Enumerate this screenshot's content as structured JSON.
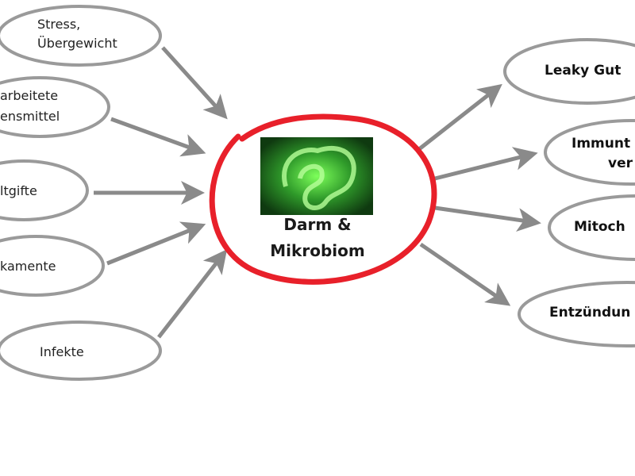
{
  "colors": {
    "ring": "#e8202a",
    "arrow": "#8a8a8a",
    "ellipse": "#9a9a9a",
    "gut_image": "#2f9a2a"
  },
  "center": {
    "line1": "Darm &",
    "line2": "Mikrobiom",
    "image": "green-intestine-image"
  },
  "causes": [
    {
      "line1": "Stress,",
      "line2": "Übergewicht"
    },
    {
      "line1": "arbeitete",
      "line2": "ensmittel"
    },
    {
      "line1": "ltgifte"
    },
    {
      "line1": "kamente"
    },
    {
      "line1": "Infekte"
    }
  ],
  "effects": [
    {
      "line1": "Leaky Gut"
    },
    {
      "line1": "Immunt",
      "line2": "ver"
    },
    {
      "line1": "Mitoch"
    },
    {
      "line1": "Entzündun"
    }
  ]
}
